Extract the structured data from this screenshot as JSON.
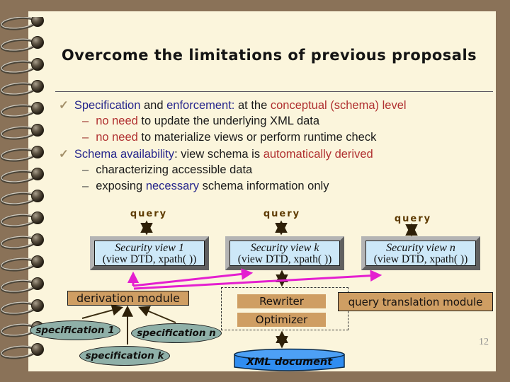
{
  "slide": {
    "title": "Overcome the limitations of previous proposals",
    "page_number": "12",
    "bullets": [
      {
        "marker": "✓",
        "segments": [
          {
            "t": "Specification ",
            "c": "blue"
          },
          {
            "t": "and ",
            "c": "black"
          },
          {
            "t": "enforcement:",
            "c": "blue"
          },
          {
            "t": " at the ",
            "c": "black"
          },
          {
            "t": "conceptual (schema) level",
            "c": "red"
          }
        ]
      },
      {
        "marker": "–",
        "segments": [
          {
            "t": "no need ",
            "c": "red"
          },
          {
            "t": "to update the underlying XML data",
            "c": "black"
          }
        ]
      },
      {
        "marker": "–",
        "segments": [
          {
            "t": "no need ",
            "c": "red"
          },
          {
            "t": "to materialize views or perform runtime check",
            "c": "black"
          }
        ]
      },
      {
        "marker": "✓",
        "segments": [
          {
            "t": "Schema availability",
            "c": "blue"
          },
          {
            "t": ": view schema is ",
            "c": "black"
          },
          {
            "t": "automatically derived",
            "c": "red"
          }
        ]
      },
      {
        "marker": "–",
        "segments": [
          {
            "t": "characterizing accessible data",
            "c": "black"
          }
        ]
      },
      {
        "marker": "–",
        "segments": [
          {
            "t": "exposing ",
            "c": "black"
          },
          {
            "t": "necessary",
            "c": "blue"
          },
          {
            "t": " schema information only",
            "c": "black"
          }
        ]
      }
    ]
  },
  "diagram": {
    "query_labels": [
      "query",
      "query",
      "query"
    ],
    "security_views": [
      {
        "line1": "Security view 1",
        "line2": "(view DTD, xpath( ))"
      },
      {
        "line1": "Security view k",
        "line2": "(view DTD, xpath( ))"
      },
      {
        "line1": "Security view n",
        "line2": "(view DTD, xpath( ))"
      }
    ],
    "derivation_module": "derivation module",
    "rewriter": "Rewriter",
    "optimizer": "Optimizer",
    "query_translation_module": "query translation module",
    "specifications": [
      "specification 1",
      "specification n",
      "specification k"
    ],
    "xml_document": "XML document"
  },
  "colors": {
    "desk_brown": "#8a7258",
    "paper_cream": "#fbf5dc",
    "text_blue": "#26268c",
    "text_red": "#b03030",
    "query_brown": "#5d3a00",
    "security_box_fill": "#cde8f8",
    "module_tan": "#cf9e63",
    "spec_teal": "#8fb0a8",
    "cylinder_blue": "#2f8df2",
    "connector_magenta": "#e41fd0",
    "arrow_dark": "#2e2008"
  }
}
